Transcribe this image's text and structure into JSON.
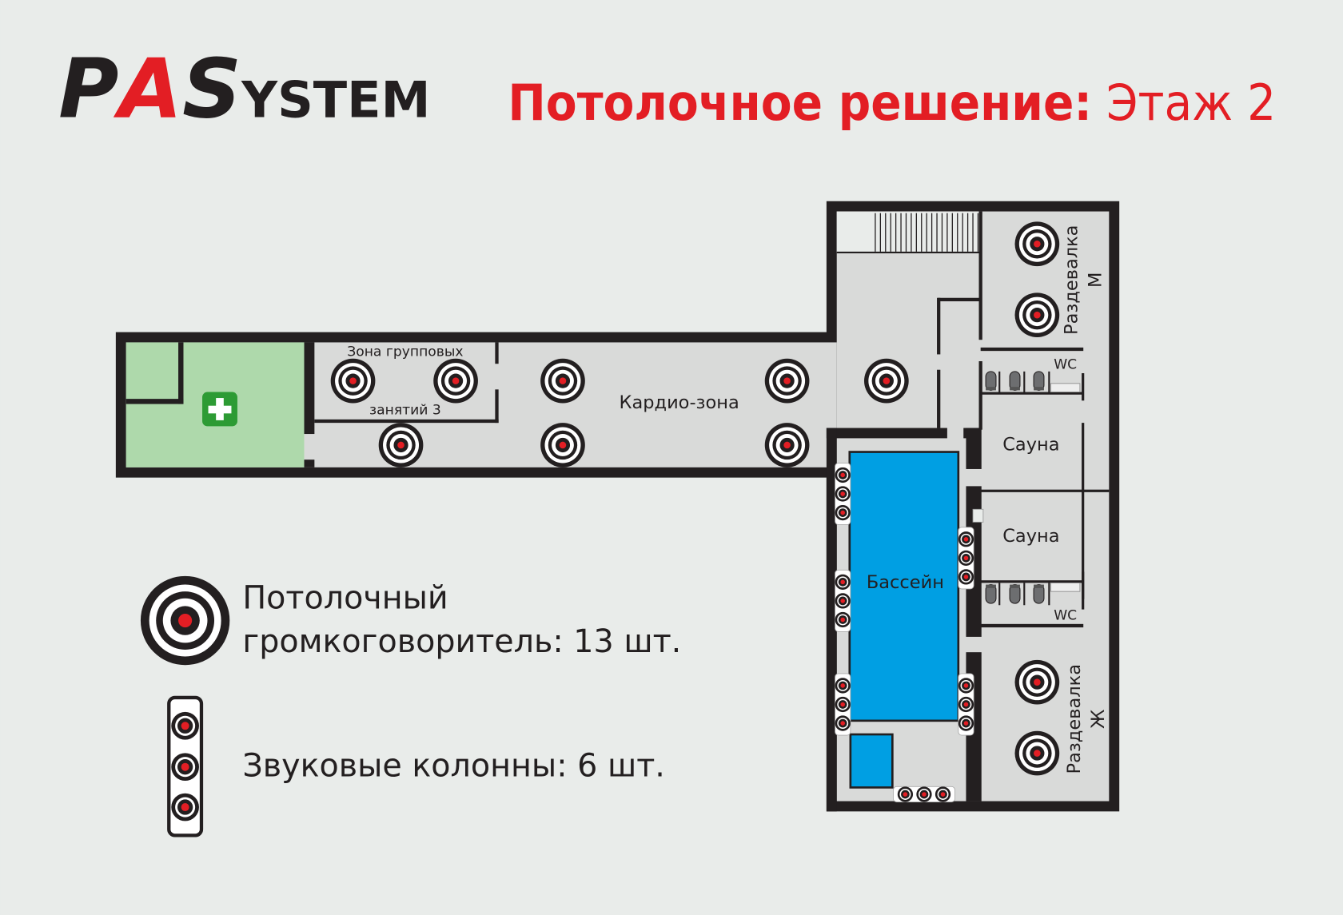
{
  "logo": {
    "text": "PASystem",
    "part_pa": "PA",
    "part_s": "S",
    "part_ystem": "YSTEM"
  },
  "title": {
    "bold": "Потолочное решение:",
    "regular": " Этаж 2"
  },
  "rooms": {
    "group_zone_line1": "Зона групповых",
    "group_zone_line2": "занятий 3",
    "cardio": "Кардио-зона",
    "locker_m_line1": "Раздевалка",
    "locker_m_line2": "М",
    "wc_top": "WC",
    "sauna1": "Сауна",
    "sauna2": "Сауна",
    "pool": "Бассейн",
    "wc_bottom": "WC",
    "locker_f_line1": "Раздевалка",
    "locker_f_line2": "Ж"
  },
  "legend": {
    "ceiling_line1": "Потолочный",
    "ceiling_line2": "громкоговоритель: 13 шт.",
    "columns": "Звуковые колонны: 6 шт."
  },
  "colors": {
    "brand_red": "#e31e24",
    "wall": "#231f20",
    "floor": "#d9dad9",
    "pool": "#009fe3",
    "first_aid": "#aed9ab"
  }
}
